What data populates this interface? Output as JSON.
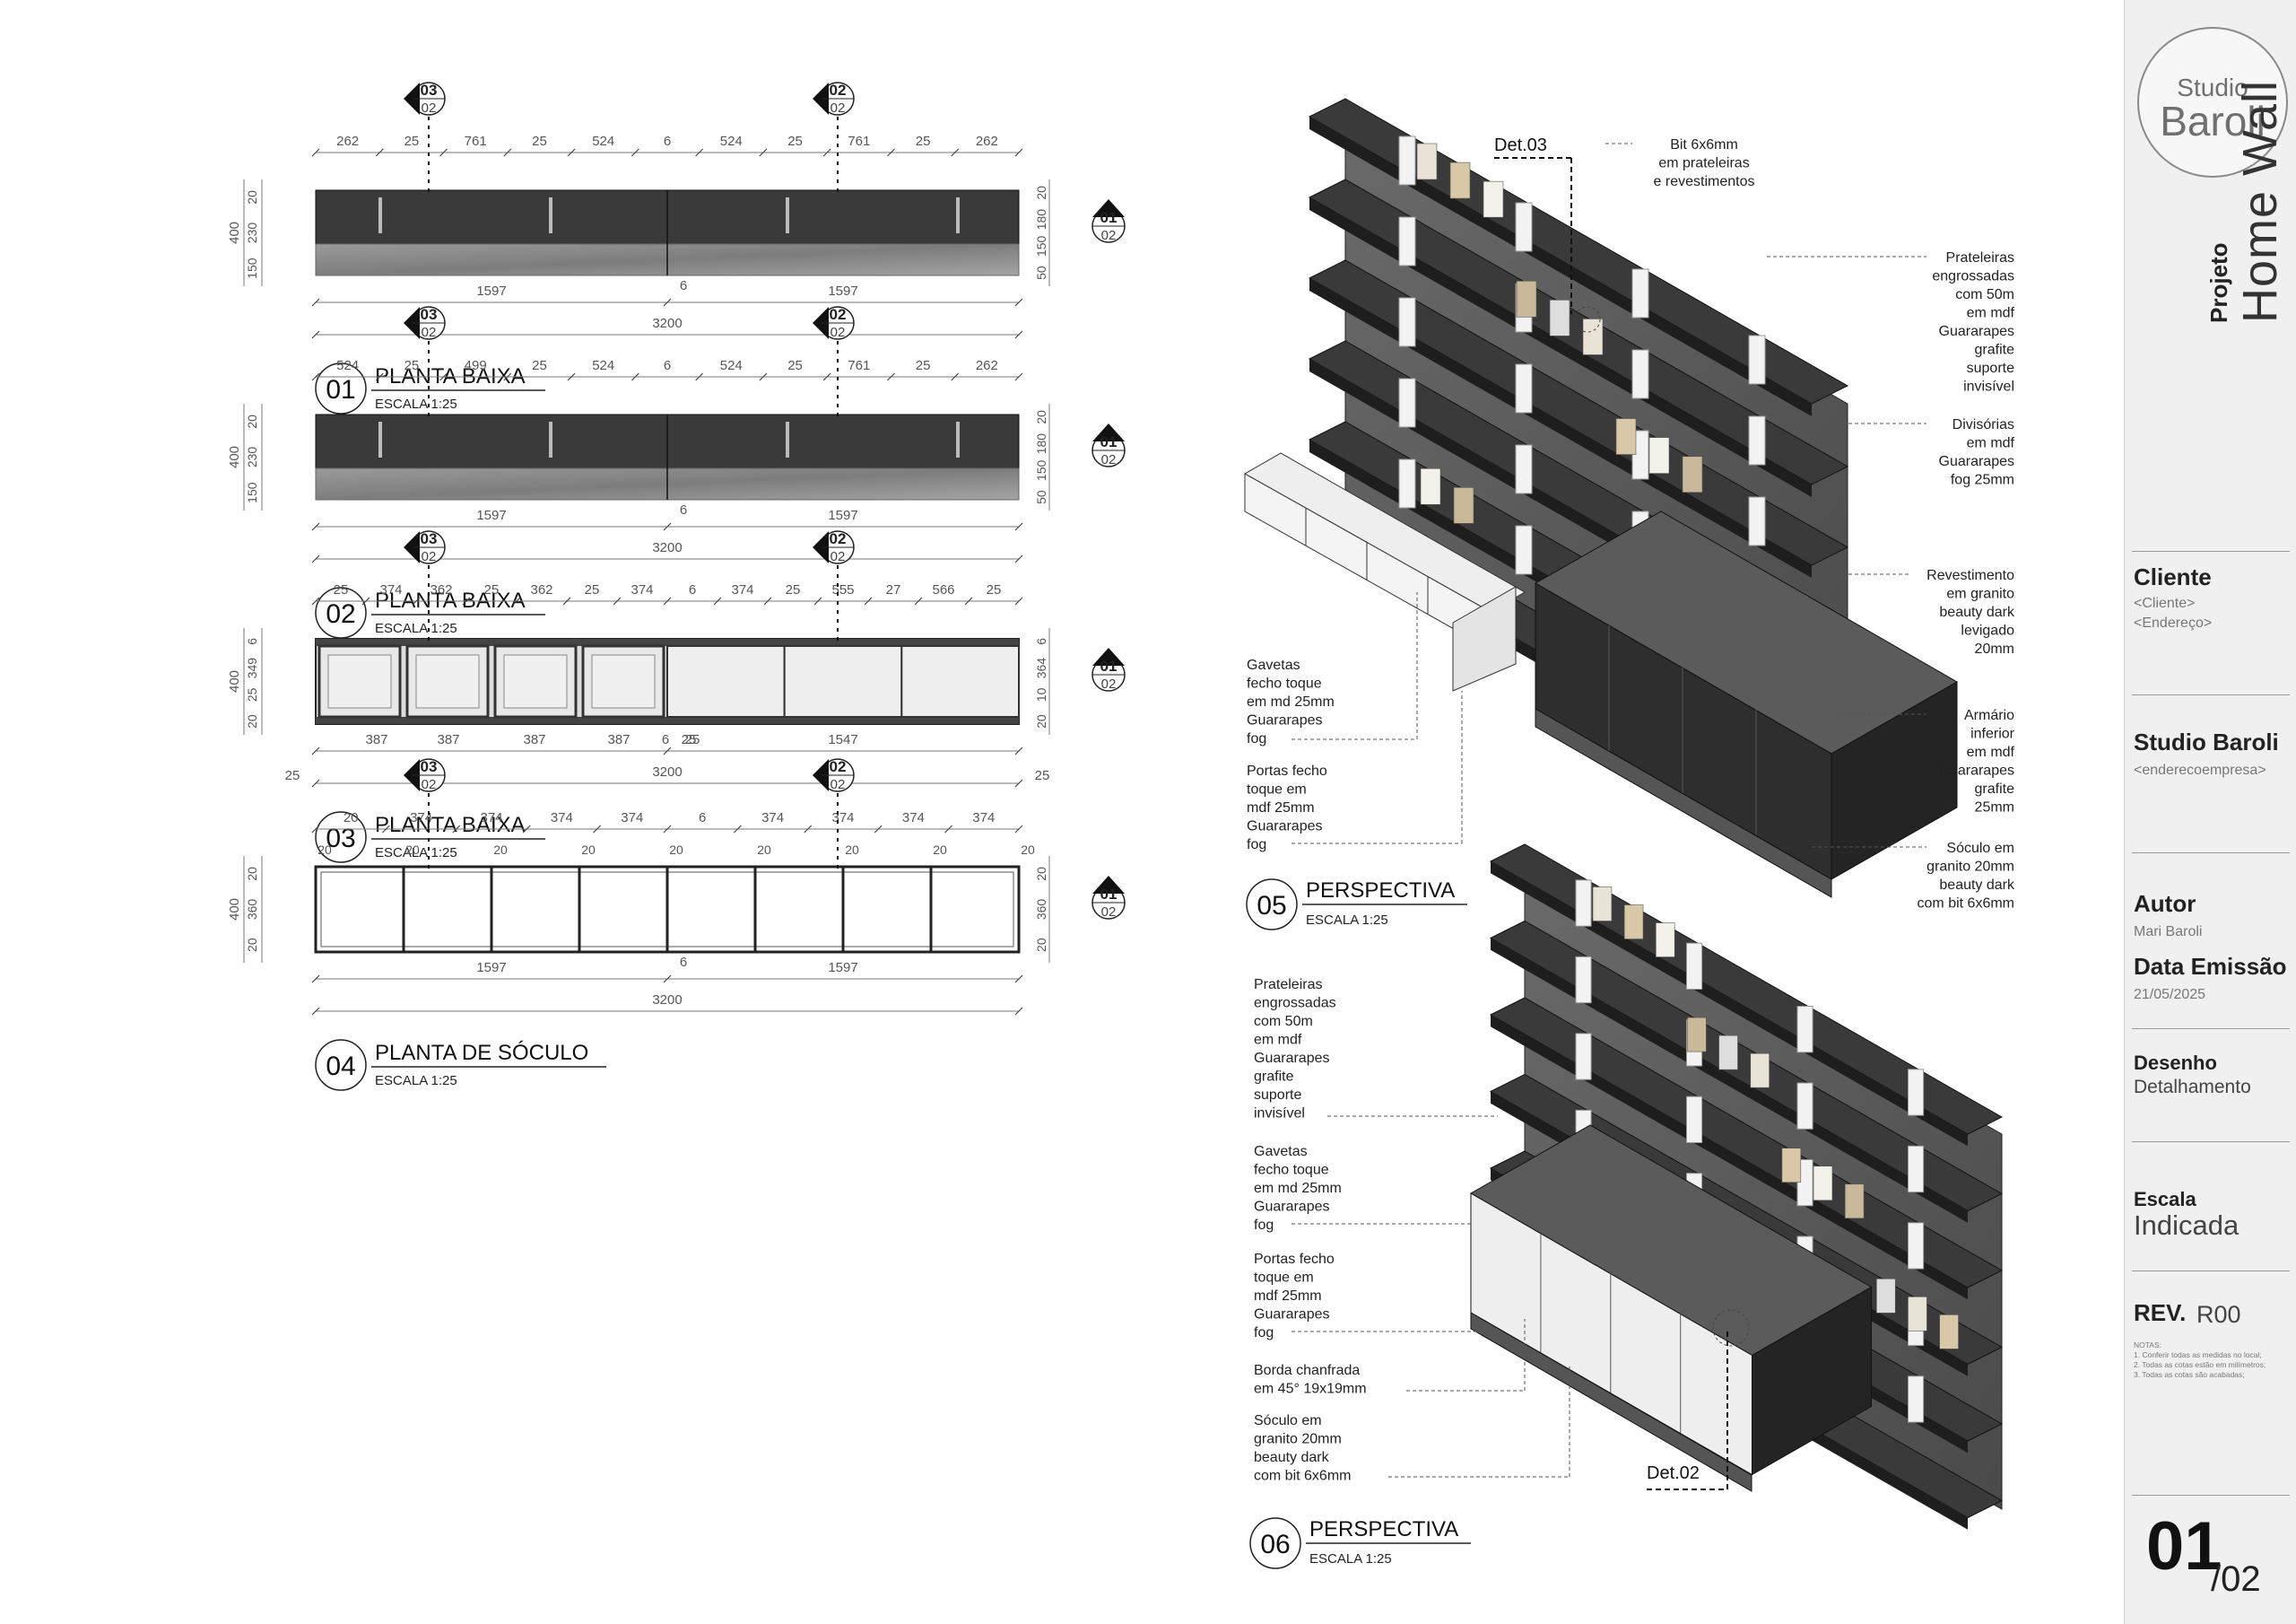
{
  "plans": [
    {
      "number": "01",
      "title": "PLANTA BAIXA",
      "scale": "ESCALA 1:25",
      "top_dims": [
        "262",
        "25",
        "761",
        "25",
        "524",
        "6",
        "524",
        "25",
        "761",
        "25",
        "262"
      ],
      "left_dims": [
        "20",
        "230",
        "150"
      ],
      "left_total": "400",
      "right_dims": [
        "20",
        "180",
        "150",
        "50"
      ],
      "bottom_dims": [
        "1597",
        "6",
        "1597"
      ],
      "total": "3200"
    },
    {
      "number": "02",
      "title": "PLANTA BAIXA",
      "scale": "ESCALA 1:25",
      "top_dims": [
        "524",
        "25",
        "499",
        "25",
        "524",
        "6",
        "524",
        "25",
        "761",
        "25",
        "262"
      ],
      "left_dims": [
        "20",
        "230",
        "150"
      ],
      "left_total": "400",
      "right_dims": [
        "20",
        "180",
        "150",
        "50"
      ],
      "bottom_dims": [
        "1597",
        "6",
        "1597"
      ],
      "total": "3200"
    },
    {
      "number": "03",
      "title": "PLANTA BAIXA",
      "scale": "ESCALA 1:25",
      "top_dims": [
        "25",
        "374",
        "362",
        "25",
        "362",
        "25",
        "374",
        "6",
        "374",
        "25",
        "555",
        "27",
        "566",
        "25"
      ],
      "top_dims_inner": [
        "25",
        "25",
        "25"
      ],
      "left_dims": [
        "6",
        "349",
        "25",
        "20"
      ],
      "left_total": "400",
      "right_dims": [
        "6",
        "364",
        "10",
        "20"
      ],
      "bottom_dims": [
        "387",
        "387",
        "387",
        "387",
        "25",
        "6",
        "25",
        "1547"
      ],
      "bottom_edges": [
        "25",
        "25"
      ],
      "total": "3200"
    },
    {
      "number": "04",
      "title": "PLANTA DE SÓCULO",
      "scale": "ESCALA 1:25",
      "top_dims": [
        "20",
        "374",
        "374",
        "374",
        "374",
        "6",
        "374",
        "374",
        "374",
        "374"
      ],
      "inner_dims": [
        "20",
        "20",
        "20",
        "20",
        "20",
        "20",
        "20",
        "20",
        "20"
      ],
      "left_dims": [
        "20",
        "360",
        "20"
      ],
      "left_total": "400",
      "right_dims": [
        "20",
        "360",
        "20"
      ],
      "bottom_dims": [
        "1597",
        "6",
        "1597"
      ],
      "total": "3200"
    }
  ],
  "section_markers": {
    "a_top": "03",
    "a_bottom": "02",
    "b_top": "02",
    "b_bottom": "02",
    "c_top": "01",
    "c_bottom": "02"
  },
  "perspectives": [
    {
      "number": "05",
      "title": "PERSPECTIVA",
      "scale": "ESCALA 1:25",
      "detail": "Det.03",
      "annotations": [
        [
          "Bit  6x6mm",
          "em prateleiras",
          "e revestimentos"
        ],
        [
          "Prateleiras",
          "engrossadas",
          "com 50m",
          "em mdf",
          "Guararapes",
          "grafite",
          "suporte",
          "invisível"
        ],
        [
          "Divisórias",
          "em mdf",
          "Guararapes",
          "fog 25mm"
        ],
        [
          "Revestimento",
          "em granito",
          "beauty dark",
          "levigado",
          "20mm"
        ],
        [
          "Armário",
          "inferior",
          "em mdf",
          "Guararapes",
          "grafite",
          "25mm"
        ],
        [
          "Sóculo em",
          "granito 20mm",
          "beauty dark",
          "com bit 6x6mm"
        ],
        [
          "Gavetas",
          "fecho toque",
          "em md 25mm",
          "Guararapes",
          "fog"
        ],
        [
          "Portas fecho",
          "toque em",
          "mdf 25mm",
          "Guararapes",
          "fog"
        ]
      ]
    },
    {
      "number": "06",
      "title": "PERSPECTIVA",
      "scale": "ESCALA 1:25",
      "detail": "Det.02",
      "annotations": [
        [
          "Prateleiras",
          "engrossadas",
          "com 50m",
          "em mdf",
          "Guararapes",
          "grafite",
          "suporte",
          "invisível"
        ],
        [
          "Gavetas",
          "fecho toque",
          "em md 25mm",
          "Guararapes",
          "fog"
        ],
        [
          "Portas fecho",
          "toque em",
          "mdf 25mm",
          "Guararapes",
          "fog"
        ],
        [
          "Borda chanfrada",
          "em 45° 19x19mm"
        ],
        [
          "Sóculo em",
          "granito 20mm",
          "beauty dark",
          "com bit 6x6mm"
        ]
      ]
    }
  ],
  "title_block": {
    "logo_line1": "Studio",
    "logo_line2": "Baroli",
    "project_label": "Projeto",
    "project_name": "Home Wall",
    "client_label": "Cliente",
    "client_name": "<Cliente>",
    "client_address": "<Endereço>",
    "company": "Studio Baroli",
    "company_address": "<enderecoempresa>",
    "author_label": "Autor",
    "author": "Mari Baroli",
    "date_label": "Data Emissão",
    "date": "21/05/2025",
    "drawing_label": "Desenho",
    "drawing": "Detalhamento",
    "scale_label": "Escala",
    "scale": "Indicada",
    "rev_label": "REV.",
    "rev": "R00",
    "notes_title": "NOTAS:",
    "notes": [
      "1. Conferir todas as medidas no local;",
      "2. Todas as cotas estão em milímetros;",
      "3. Todas as cotas são acabadas;"
    ],
    "sheet": "01",
    "total_sheets": "/02"
  },
  "colors": {
    "panel": "#3a3a3a",
    "granite": "#8c8c8c",
    "shelf": "#2f2f2f",
    "white_cab": "#ececec",
    "titleblock": "#f0f0f0"
  }
}
